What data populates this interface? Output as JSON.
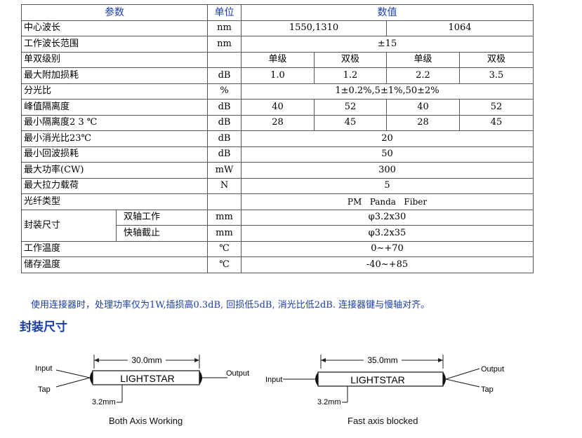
{
  "table": {
    "headers": [
      "参数",
      "单位",
      "数值"
    ],
    "rows": {
      "center_wavelength": {
        "label": "中心波长",
        "unit": "nm",
        "v1": "1550,1310",
        "v2": "1064"
      },
      "working_range": {
        "label": "工作波长范围",
        "unit": "nm",
        "value": "±15"
      },
      "stage": {
        "label": "单双级别",
        "unit": "",
        "vals": [
          "单级",
          "双极",
          "单级",
          "双极"
        ]
      },
      "max_excess_loss": {
        "label": "最大附加损耗",
        "unit": "dB",
        "vals": [
          "1.0",
          "1.2",
          "2.2",
          "3.5"
        ]
      },
      "split_ratio": {
        "label": "分光比",
        "unit": "%",
        "value": "1±0.2%,5±1%,50±2%"
      },
      "peak_isolation": {
        "label": "峰值隔离度",
        "unit": "dB",
        "vals": [
          "40",
          "52",
          "40",
          "52"
        ]
      },
      "min_isolation": {
        "label": "最小隔离度2 3 ℃",
        "unit": "dB",
        "vals": [
          "28",
          "45",
          "28",
          "45"
        ]
      },
      "min_extinction": {
        "label": "最小消光比23℃",
        "unit": "dB",
        "value": "20"
      },
      "min_return_loss": {
        "label": "最小回波损耗",
        "unit": "dB",
        "value": "50"
      },
      "max_power": {
        "label": "最大功率(CW)",
        "unit": "mW",
        "value": "300"
      },
      "max_tensile": {
        "label": "最大拉力载荷",
        "unit": "N",
        "value": "5"
      },
      "fiber_type": {
        "label": "光纤类型",
        "unit": "",
        "value": "PM   Panda   Fiber"
      },
      "package": {
        "label": "封装尺寸",
        "sub1": "双轴工作",
        "unit1": "mm",
        "value1": "φ3.2x30",
        "sub2": "快轴截止",
        "unit2": "mm",
        "value2": "φ3.2x35"
      },
      "op_temp": {
        "label": "工作温度",
        "unit": "℃",
        "value": "0~+70"
      },
      "storage_temp": {
        "label": "储存温度",
        "unit": "℃",
        "value": "-40~+85"
      }
    }
  },
  "note": "使用连接器时，处理功率仅为1W,插损高0.3dB, 回损低5dB, 消光比低2dB. 连接器键与慢轴对齐。",
  "package_title": "封装尺寸",
  "diagram_left": {
    "length": "30.0mm",
    "diameter": "3.2mm",
    "brand": "LIGHTSTAR",
    "input": "Input",
    "tap": "Tap",
    "output": "Output",
    "caption": "Both Axis Working"
  },
  "diagram_right": {
    "length": "35.0mm",
    "diameter": "3.2mm",
    "brand": "LIGHTSTAR",
    "input": "Input",
    "tap": "Tap",
    "output": "Output",
    "caption": "Fast axis blocked"
  }
}
